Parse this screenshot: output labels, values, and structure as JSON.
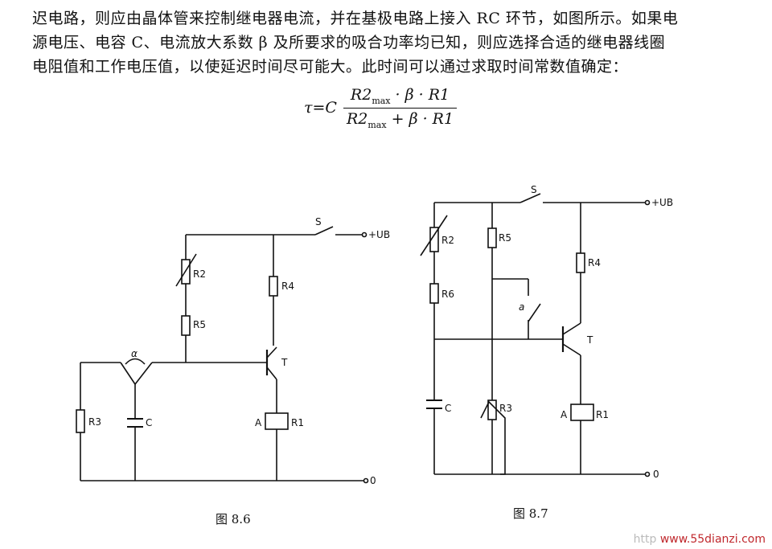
{
  "paragraph": {
    "line1": "迟电路，则应由晶体管来控制继电器电流，并在基极电路上接入 RC 环节，如图所示。如果电",
    "line2": "源电压、电容 C、电流放大系数 β 及所要求的吸合功率均已知，则应选择合适的继电器线圈",
    "line3": "电阻值和工作电压值，以使延迟时间尽可能大。此时间可以通过求取时间常数值确定："
  },
  "formula": {
    "lhs": "τ=C",
    "numerator": "R2max · β · R1",
    "denominator": "R2max + β · R1"
  },
  "fig1": {
    "caption": "图 8.6",
    "labels": {
      "s": "S",
      "ub": "+UB",
      "r2": "R2",
      "r5": "R5",
      "r4": "R4",
      "t": "T",
      "alpha": "α",
      "r3": "R3",
      "c": "C",
      "a": "A",
      "r1": "R1",
      "zero": "0"
    }
  },
  "fig2": {
    "caption": "图 8.7",
    "labels": {
      "s": "S",
      "ub": "+UB",
      "r2": "R2",
      "r5": "R5",
      "r4": "R4",
      "r6": "R6",
      "a_switch": "a",
      "t": "T",
      "c": "C",
      "r3": "R3",
      "a": "A",
      "r1": "R1",
      "zero": "0"
    }
  },
  "watermark": {
    "prefix": "http",
    "site": "www.55dianzi.com"
  }
}
